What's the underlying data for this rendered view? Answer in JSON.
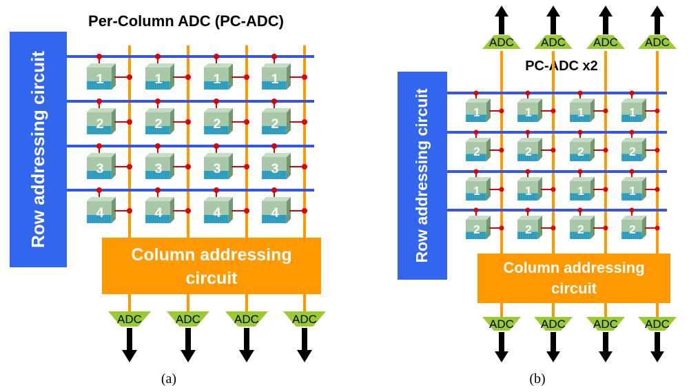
{
  "panel_a": {
    "title": "Per-Column ADC (PC-ADC)",
    "row_circuit_label": "Row addressing circuit",
    "column_circuit_label_line1": "Column addressing",
    "column_circuit_label_line2": "circuit",
    "adc_label": "ADC",
    "caption": "(a)",
    "pixel_rows": [
      "1",
      "2",
      "3",
      "4"
    ]
  },
  "panel_b": {
    "title": "PC-ADC x2",
    "row_circuit_label": "Row addressing circuit",
    "column_circuit_label_line1": "Column addressing",
    "column_circuit_label_line2": "circuit",
    "adc_label": "ADC",
    "caption": "(b)",
    "pixel_rows": [
      "1",
      "2",
      "1",
      "2"
    ]
  },
  "colors": {
    "row_block": "#3366ee",
    "column_block": "#ff9900",
    "row_line": "#3355ee",
    "column_line": "#ff9900",
    "connector": "#dd0000",
    "adc": "#99cc33",
    "pixel_top": "#a8c8a8",
    "pixel_bottom": "#33aacc",
    "arrow": "#000000"
  }
}
